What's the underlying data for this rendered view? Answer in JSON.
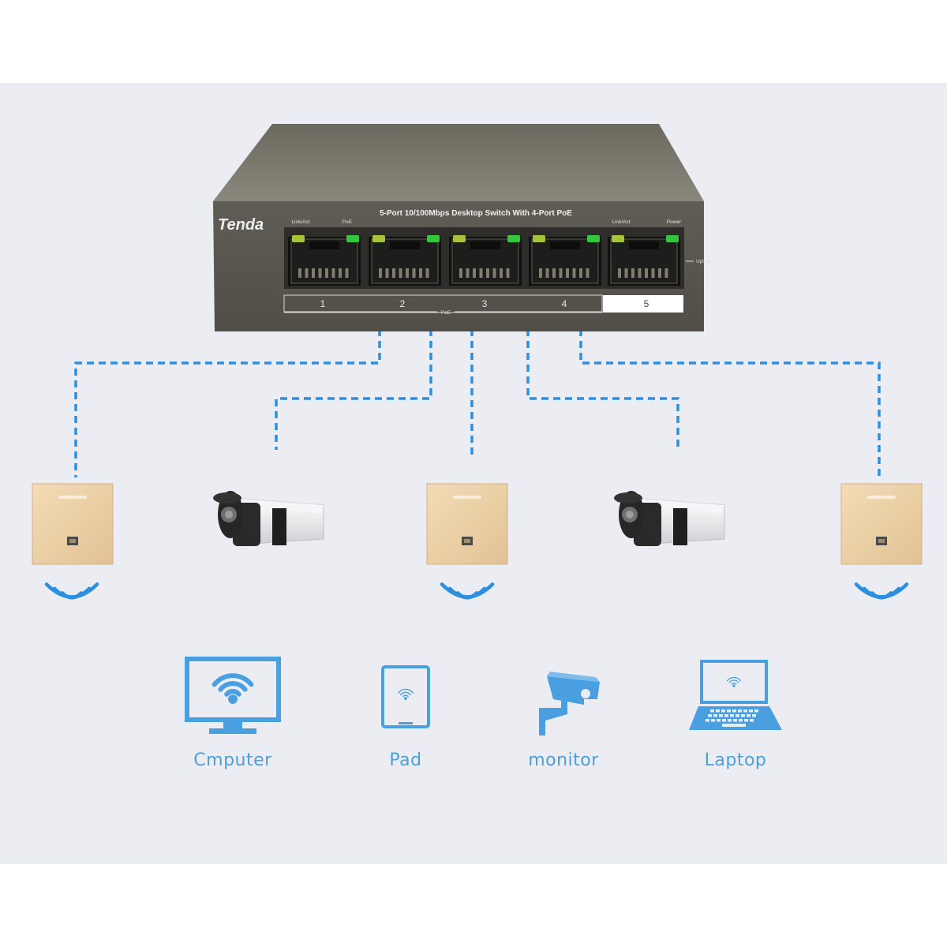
{
  "switch": {
    "brand": "Tenda",
    "model_text": "5-Port  10/100Mbps Desktop Switch With 4-Port PoE",
    "label_link_act_left": "Link/Act",
    "label_poe": "PoE",
    "label_link_act_right": "Link/Act",
    "label_power": "Power",
    "label_uplink": "Uplink",
    "label_poe_bracket": "PoE",
    "ports": [
      "1",
      "2",
      "3",
      "4",
      "5"
    ]
  },
  "clients": [
    {
      "label": "Cmputer",
      "icon": "computer-wifi-icon"
    },
    {
      "label": "Pad",
      "icon": "tablet-wifi-icon"
    },
    {
      "label": "monitor",
      "icon": "cctv-camera-icon"
    },
    {
      "label": "Laptop",
      "icon": "laptop-wifi-icon"
    }
  ],
  "devices": [
    {
      "type": "access-point",
      "icon": "wall-access-point-icon"
    },
    {
      "type": "camera",
      "icon": "bullet-camera-icon"
    },
    {
      "type": "access-point",
      "icon": "wall-access-point-icon"
    },
    {
      "type": "camera",
      "icon": "bullet-camera-icon"
    },
    {
      "type": "access-point",
      "icon": "wall-access-point-icon"
    }
  ],
  "colors": {
    "link_line": "#2d8fe0",
    "client_icon": "#4a9fe0",
    "switch_body": "#5c5a52",
    "ap_body": "#ecd1a8",
    "led_green": "#35c640",
    "led_yellow": "#a6c43a"
  }
}
